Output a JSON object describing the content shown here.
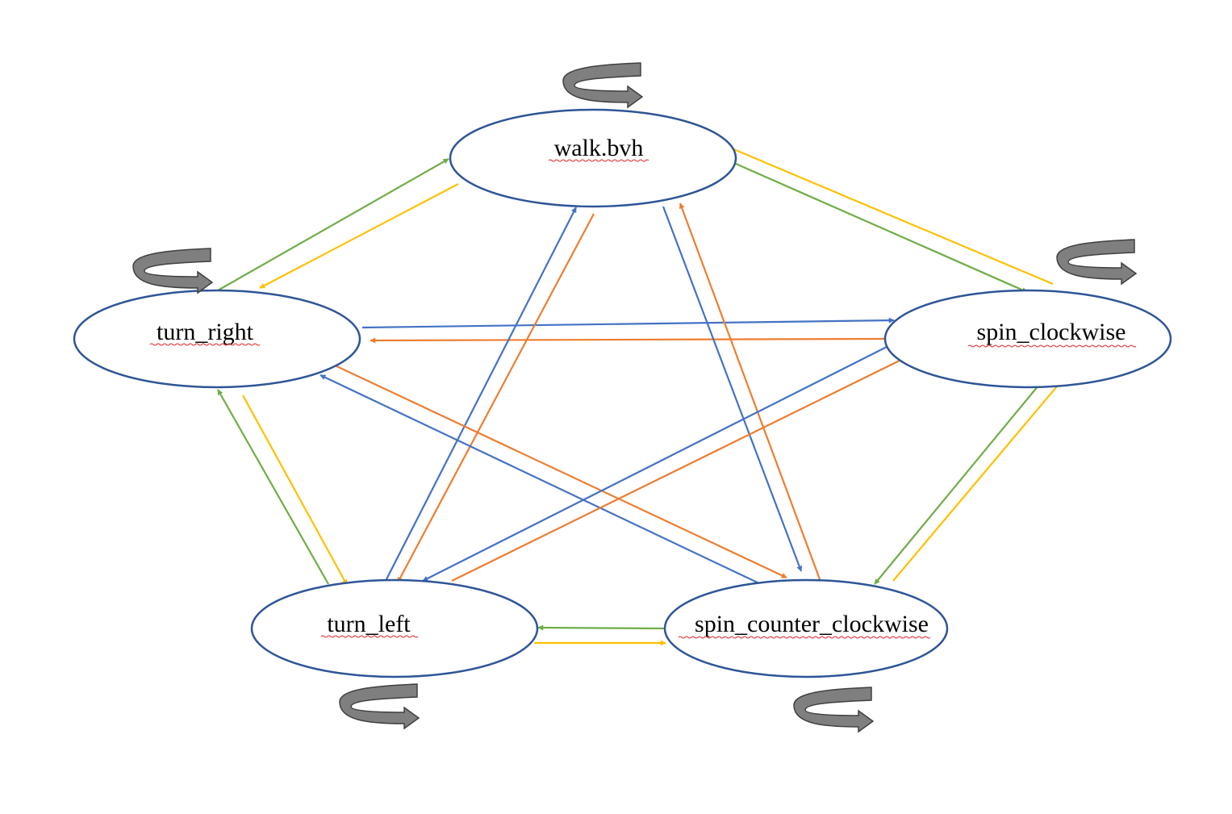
{
  "colors": {
    "node_border": "#2f5597",
    "green": "#70ad47",
    "yellow": "#ffc000",
    "blue": "#4472c4",
    "orange": "#ed7d31",
    "loop_icon_fill": "#7f7f7f",
    "loop_icon_stroke": "#404040"
  },
  "nodes": {
    "walk": {
      "label": "walk.bvh"
    },
    "turn_right": {
      "label": "turn_right"
    },
    "spin_clockwise": {
      "label": "spin_clockwise"
    },
    "turn_left": {
      "label": "turn_left"
    },
    "spin_counter_clockwise": {
      "label": "spin_counter_clockwise"
    }
  },
  "edges": [
    {
      "from": "turn_right",
      "to": "walk",
      "color": "green"
    },
    {
      "from": "walk",
      "to": "turn_right",
      "color": "yellow"
    },
    {
      "from": "walk",
      "to": "spin_clockwise",
      "color": "green"
    },
    {
      "from": "spin_clockwise",
      "to": "walk",
      "color": "yellow"
    },
    {
      "from": "turn_right",
      "to": "spin_clockwise",
      "color": "blue"
    },
    {
      "from": "spin_clockwise",
      "to": "turn_right",
      "color": "orange"
    },
    {
      "from": "turn_left",
      "to": "turn_right",
      "color": "green"
    },
    {
      "from": "turn_right",
      "to": "turn_left",
      "color": "yellow"
    },
    {
      "from": "spin_counter_clockwise",
      "to": "spin_clockwise",
      "color": "yellow"
    },
    {
      "from": "spin_clockwise",
      "to": "spin_counter_clockwise",
      "color": "green"
    },
    {
      "from": "spin_counter_clockwise",
      "to": "turn_left",
      "color": "green"
    },
    {
      "from": "turn_left",
      "to": "spin_counter_clockwise",
      "color": "yellow"
    },
    {
      "from": "turn_left",
      "to": "walk",
      "color": "blue"
    },
    {
      "from": "walk",
      "to": "turn_left",
      "color": "orange"
    },
    {
      "from": "walk",
      "to": "spin_counter_clockwise",
      "color": "blue"
    },
    {
      "from": "spin_counter_clockwise",
      "to": "walk",
      "color": "orange"
    },
    {
      "from": "turn_right",
      "to": "spin_counter_clockwise",
      "color": "orange"
    },
    {
      "from": "spin_counter_clockwise",
      "to": "turn_right",
      "color": "blue"
    },
    {
      "from": "spin_clockwise",
      "to": "turn_left",
      "color": "blue"
    },
    {
      "from": "turn_left",
      "to": "spin_clockwise",
      "color": "orange"
    }
  ],
  "self_loops": [
    {
      "node": "walk",
      "icon": "curved-loop-arrow-icon"
    },
    {
      "node": "turn_right",
      "icon": "curved-loop-arrow-icon"
    },
    {
      "node": "spin_clockwise",
      "icon": "curved-loop-arrow-icon"
    },
    {
      "node": "turn_left",
      "icon": "curved-loop-arrow-icon"
    },
    {
      "node": "spin_counter_clockwise",
      "icon": "curved-loop-arrow-icon"
    }
  ]
}
